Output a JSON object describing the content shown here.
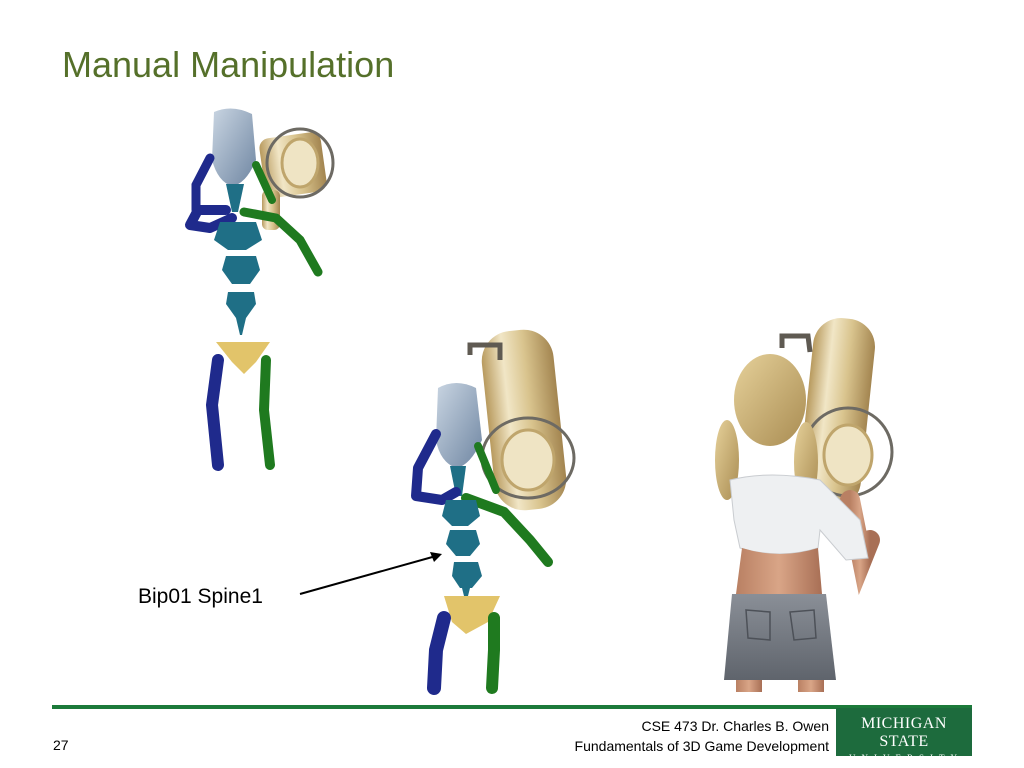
{
  "slide": {
    "title": "Manual Manipulation",
    "callout_label": "Bip01 Spine1",
    "slide_number": "27",
    "footer_line1": "CSE 473 Dr. Charles B. Owen",
    "footer_line2": "Fundamentals of 3D Game Development",
    "logo_line1": "MICHIGAN STATE",
    "logo_line2": "UNIVERSITY"
  },
  "colors": {
    "title": "#55702a",
    "footer_rule": "#1c7a3a",
    "logo_bg": "#1d6b3d",
    "left_limb": "#1f2a8c",
    "right_limb": "#1f7a1f",
    "spine": "#1f6f86",
    "pelvis": "#e2c46a",
    "head": "#9fb2c8",
    "bazooka": "#d6c49a"
  }
}
